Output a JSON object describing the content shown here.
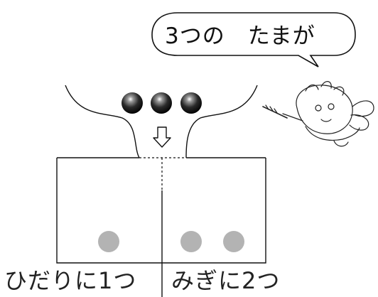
{
  "speech_bubble": {
    "text": "3つの　たまが"
  },
  "balls": {
    "falling_count": 3,
    "left_count": 1,
    "right_count": 2,
    "falling_color": "#111111",
    "result_color": "#b3b3b3"
  },
  "captions": {
    "left": "ひだりに1つ",
    "right": "みぎに2つ"
  },
  "icons": {
    "arrow": "down-arrow-icon",
    "character": "cherub-character"
  }
}
